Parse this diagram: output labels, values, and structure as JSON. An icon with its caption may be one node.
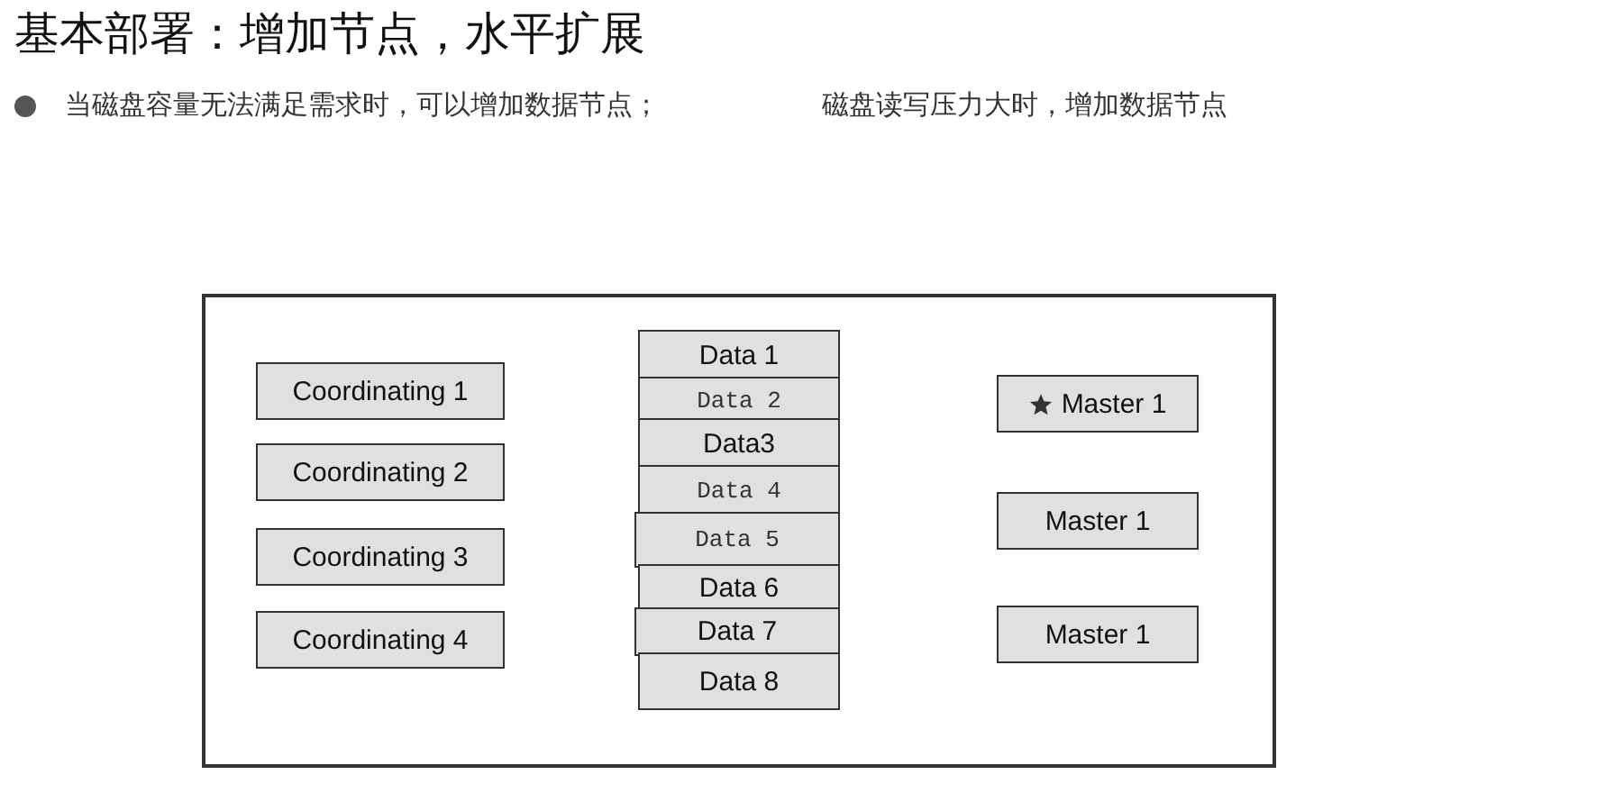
{
  "diagram": {
    "title": "基本部署：增加节点，水平扩展",
    "nodes": [
      {
        "text": [],
        "shape": "box"
      },
      {
        "text": [
          "Coordinating 1"
        ],
        "in": 0
      },
      {
        "text": [
          "Coordinating 2"
        ],
        "in": 0
      },
      {
        "text": [
          "Coordinating 3"
        ],
        "in": 0
      },
      {
        "text": [
          "Coordinating 4"
        ],
        "in": 0
      },
      {
        "text": [
          "Data 1"
        ],
        "in": 0
      },
      {
        "text": [
          "Data 2"
        ],
        "in": 0
      },
      {
        "text": [
          "Data3"
        ],
        "in": 0
      },
      {
        "text": [
          "Data 4"
        ],
        "in": 0
      },
      {
        "text": [
          "Data 5"
        ],
        "in": 0
      },
      {
        "text": [
          "Data 6"
        ],
        "in": 0
      },
      {
        "text": [
          "Data 7"
        ],
        "in": 0
      },
      {
        "text": [
          "Data 8"
        ],
        "in": 0
      },
      {
        "text": [
          "Master 1"
        ],
        "in": 0
      },
      {
        "text": [
          "Master 1"
        ],
        "in": 0
      },
      {
        "text": [
          "Master 1"
        ],
        "in": 0
      }
    ],
    "edges": [],
    "labels": [
      "当磁盘容量无法满足需求时，可以增加数据节点；",
      "磁盘读写压力大时，增加数据节点"
    ]
  }
}
